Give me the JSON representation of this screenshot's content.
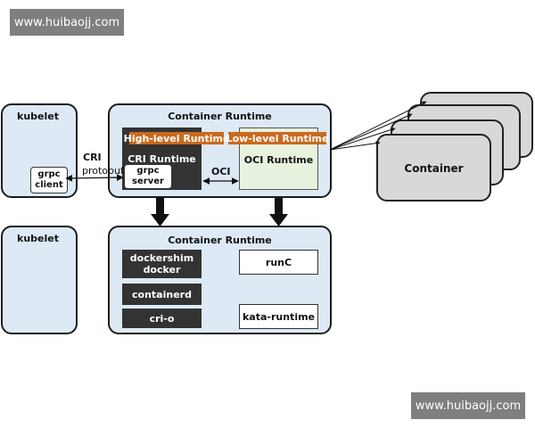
{
  "watermark": {
    "top_text": "www.huibaojj.com",
    "bottom_text": "www.huibaojj.com"
  },
  "kubelet_top": {
    "title": "kubelet",
    "grpc_client_label": "grpc\nclient"
  },
  "kubelet_bottom": {
    "title": "kubelet"
  },
  "cri_label": "CRI",
  "protobuf_label": "protobuf",
  "oci_label": "OCI",
  "top_runtime": {
    "title": "Container Runtime",
    "high_level_label": "High-level Runtime",
    "low_level_label": "Low-level Runtime",
    "cri_runtime_label": "CRI Runtime",
    "grpc_server_label": "grpc\nserver",
    "oci_runtime_label": "OCI Runtime"
  },
  "bottom_runtime": {
    "title": "Container Runtime",
    "high_level_items": [
      "dockershim\ndocker",
      "containerd",
      "cri-o"
    ],
    "low_level_items": [
      "runC",
      "kata-runtime"
    ]
  },
  "container_label": "Container",
  "colors": {
    "panel_fill": "#dde9f5",
    "dark_box": "#333333",
    "orange_accent": "#c96a1e",
    "oci_runtime_fill": "#e7f2df",
    "container_fill": "#d8d8d8",
    "watermark": "#7f7f7f"
  }
}
